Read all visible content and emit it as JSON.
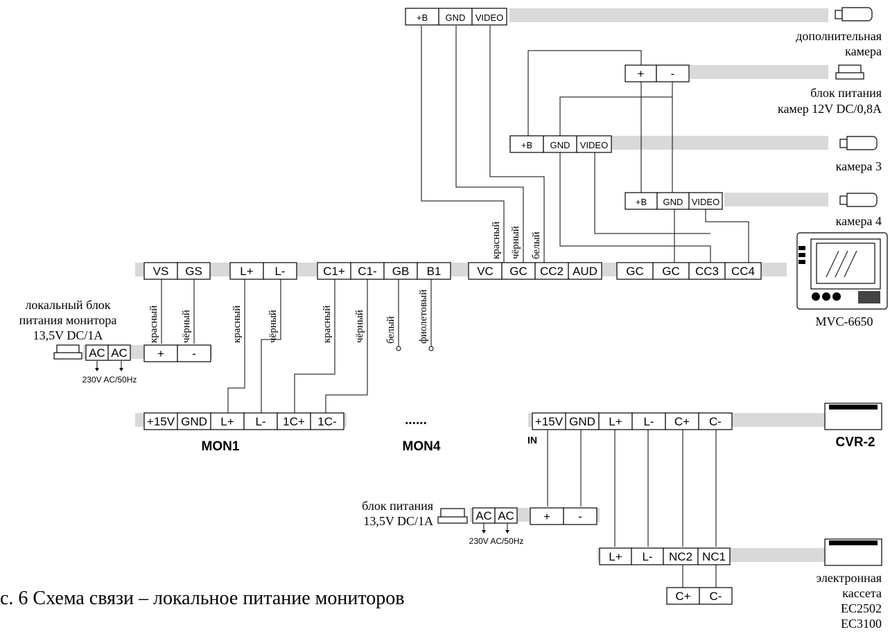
{
  "caption": "с. 6 Схема связи – локальное питание мониторов",
  "devices": {
    "extra_camera": [
      "дополнительная",
      "камера"
    ],
    "camera_psu": [
      "блок питания",
      "камер 12V DC/0,8A"
    ],
    "camera3": "камера 3",
    "camera4": "камера 4",
    "monitor_model": "MVC-6650",
    "local_monitor_psu": [
      "локальный блок",
      "питания монитора",
      "13,5V DC/1A"
    ],
    "psu": [
      "блок питания",
      "13,5V DC/1A"
    ],
    "cvr": "CVR-2",
    "cassette": [
      "электронная",
      "кассета",
      "EC2502",
      "EC3100"
    ]
  },
  "mains": "230V AC/50Hz",
  "mon1": "MON1",
  "mon4": "MON4",
  "dots": "......",
  "in_label": "IN",
  "terminals": {
    "cam_extra": [
      "+B",
      "GND",
      "VIDEO"
    ],
    "cam_psu": [
      "+",
      "-"
    ],
    "cam3": [
      "+B",
      "GND",
      "VIDEO"
    ],
    "cam4": [
      "+B",
      "GND",
      "VIDEO"
    ],
    "vs_gs": [
      "VS",
      "GS"
    ],
    "l_pair": [
      "L+",
      "L-"
    ],
    "c_block": [
      "C1+",
      "C1-",
      "GB",
      "B1"
    ],
    "vc_block": [
      "VC",
      "GC",
      "CC2",
      "AUD"
    ],
    "gc_block": [
      "GC",
      "GC",
      "CC3",
      "CC4"
    ],
    "ac_local": [
      "AC",
      "AC"
    ],
    "pm_local": [
      "+",
      "-"
    ],
    "mon1": [
      "+15V",
      "GND",
      "L+",
      "L-",
      "1C+",
      "1C-"
    ],
    "cvr2": [
      "+15V",
      "GND",
      "L+",
      "L-",
      "C+",
      "C-"
    ],
    "ac_psu": [
      "AC",
      "AC"
    ],
    "pm_psu": [
      "+",
      "-"
    ],
    "cassette_top": [
      "L+",
      "L-",
      "NC2",
      "NC1"
    ],
    "cassette_bottom": [
      "C+",
      "C-"
    ]
  },
  "wire_colors": {
    "red": "красный",
    "black": "чёрный",
    "white": "белый",
    "violet": "фиолетовый"
  }
}
